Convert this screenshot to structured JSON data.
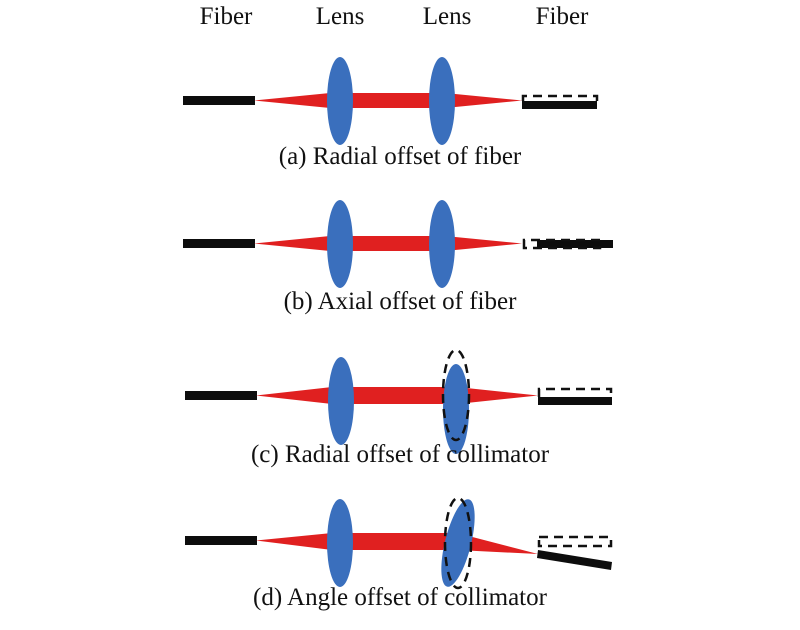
{
  "headers": {
    "fiber_left": "Fiber",
    "lens_1": "Lens",
    "lens_2": "Lens",
    "fiber_right": "Fiber"
  },
  "panels": [
    {
      "id": "a",
      "caption": "(a) Radial offset of fiber",
      "offset_type": "radial-fiber"
    },
    {
      "id": "b",
      "caption": "(b) Axial offset of fiber",
      "offset_type": "axial-fiber"
    },
    {
      "id": "c",
      "caption": "(c) Radial offset of collimator",
      "offset_type": "radial-collimator"
    },
    {
      "id": "d",
      "caption": "(d) Angle offset of collimator",
      "offset_type": "angle-collimator"
    }
  ],
  "colors": {
    "beam": "#e02020",
    "lens": "#3a6fbd",
    "fiber": "#0d0d0d",
    "dashed_outline": "#111111",
    "text": "#111111"
  }
}
